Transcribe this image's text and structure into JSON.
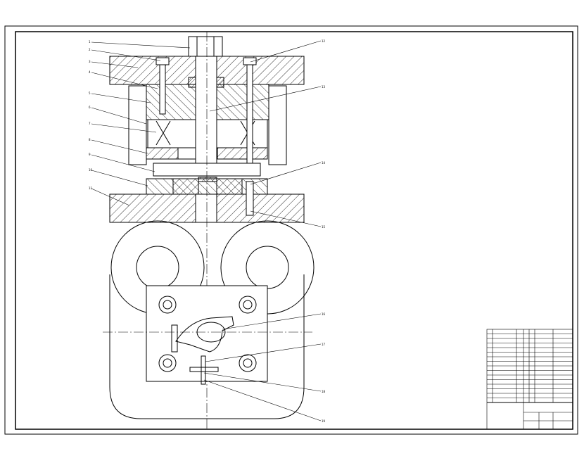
{
  "drawing": {
    "title": "",
    "leader_labels_top": [
      "1",
      "2",
      "3",
      "4",
      "5",
      "6",
      "7",
      "8",
      "9",
      "10",
      "11"
    ],
    "leader_labels_right_top": [
      "12",
      "13",
      "14",
      "15"
    ],
    "leader_labels_right_bottom": [
      "16",
      "17",
      "18",
      "19"
    ],
    "title_block_caption": "",
    "colors": {
      "line": "#000000",
      "paper": "#ffffff"
    }
  }
}
